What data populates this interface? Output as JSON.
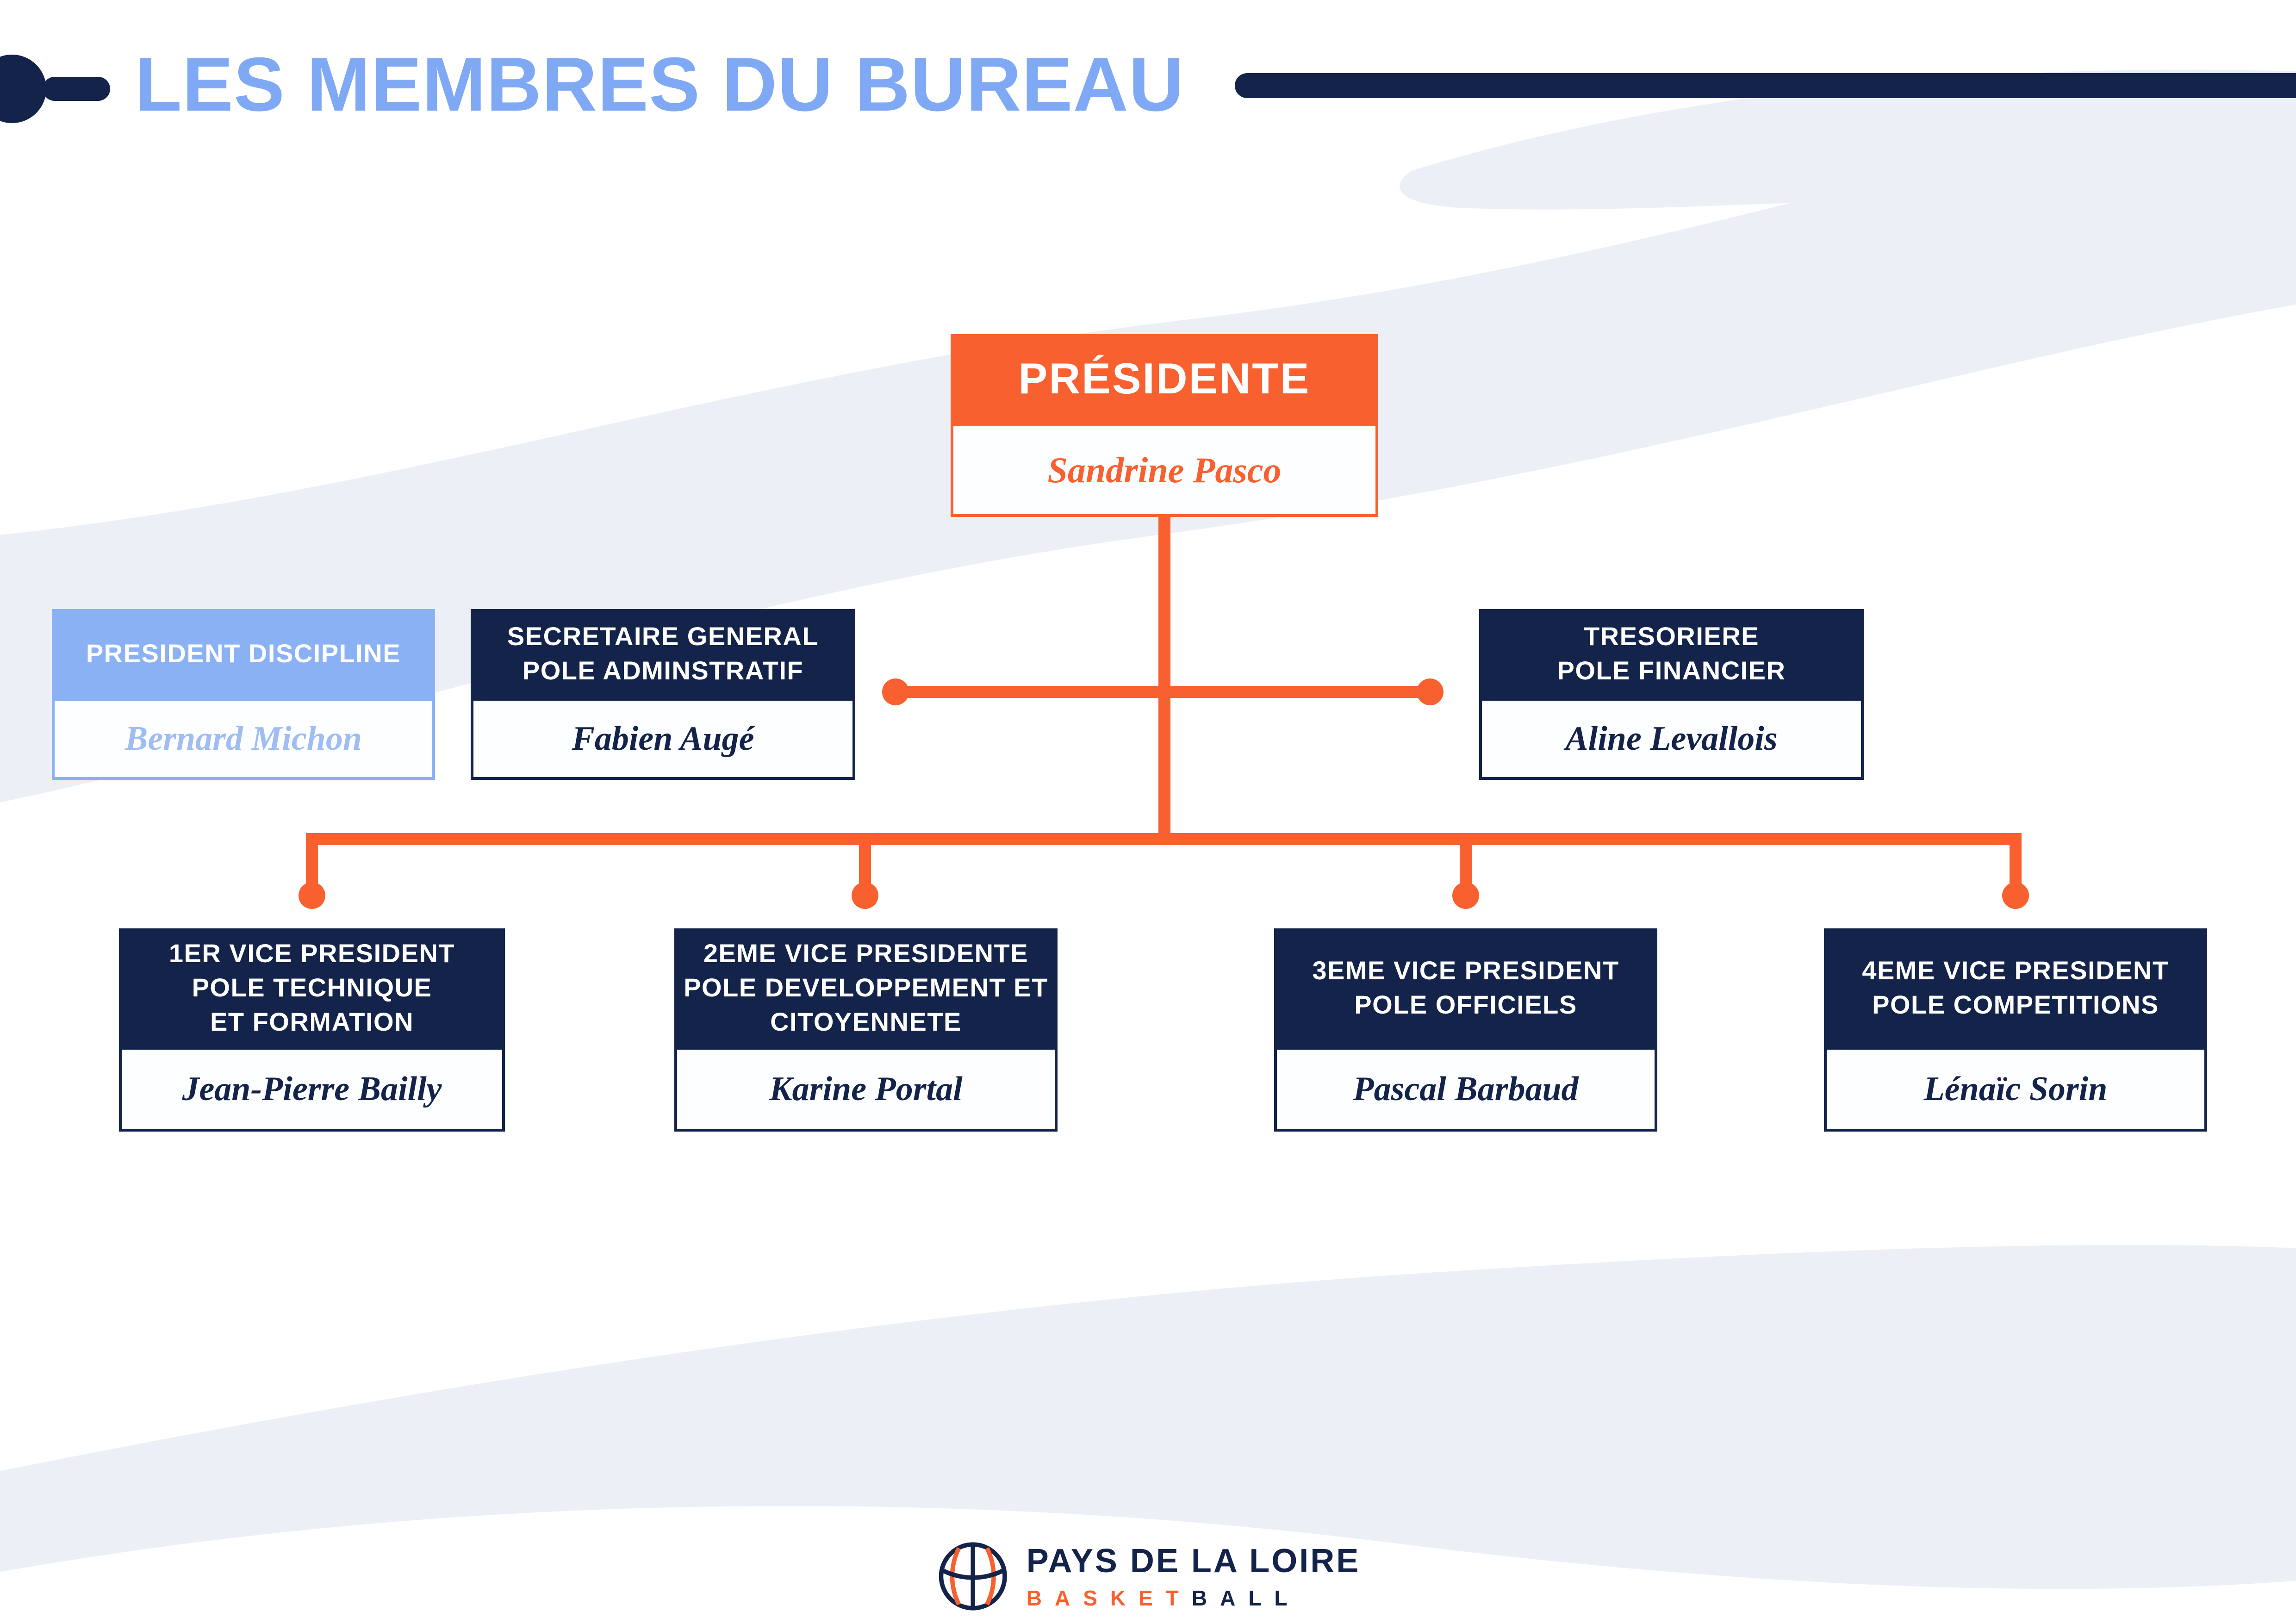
{
  "title": {
    "text": "LES MEMBRES DU BUREAU"
  },
  "colors": {
    "navy": "#13234A",
    "orange": "#F8612F",
    "light_blue": "#8AB1F4",
    "title_blue": "#7FA9F4",
    "background_wave": "#ECF0F6"
  },
  "org": {
    "president": {
      "role": "PRÉSIDENTE",
      "name": "Sandrine Pasco"
    },
    "discipline": {
      "role": "PRESIDENT DISCIPLINE",
      "name": "Bernard Michon"
    },
    "secretary": {
      "role_line1": "SECRETAIRE GENERAL",
      "role_line2": "POLE ADMINSTRATIF",
      "name": "Fabien Augé"
    },
    "treasurer": {
      "role_line1": "TRESORIERE",
      "role_line2": "POLE FINANCIER",
      "name": "Aline Levallois"
    },
    "vp1": {
      "role_line1": "1ER VICE PRESIDENT",
      "role_line2": "POLE TECHNIQUE",
      "role_line3": "ET FORMATION",
      "name": "Jean-Pierre Bailly"
    },
    "vp2": {
      "role_line1": "2EME VICE PRESIDENTE",
      "role_line2": "POLE DEVELOPPEMENT ET",
      "role_line3": "CITOYENNETE",
      "name": "Karine Portal"
    },
    "vp3": {
      "role_line1": "3EME VICE PRESIDENT",
      "role_line2": "POLE OFFICIELS",
      "name": "Pascal Barbaud"
    },
    "vp4": {
      "role_line1": "4EME VICE PRESIDENT",
      "role_line2": "POLE COMPETITIONS",
      "name": "Lénaïc Sorin"
    }
  },
  "logo": {
    "region": "PAYS DE LA LOIRE",
    "sport_basket": "BASKET",
    "sport_ball": "BALL",
    "icon": "basketball-icon"
  }
}
